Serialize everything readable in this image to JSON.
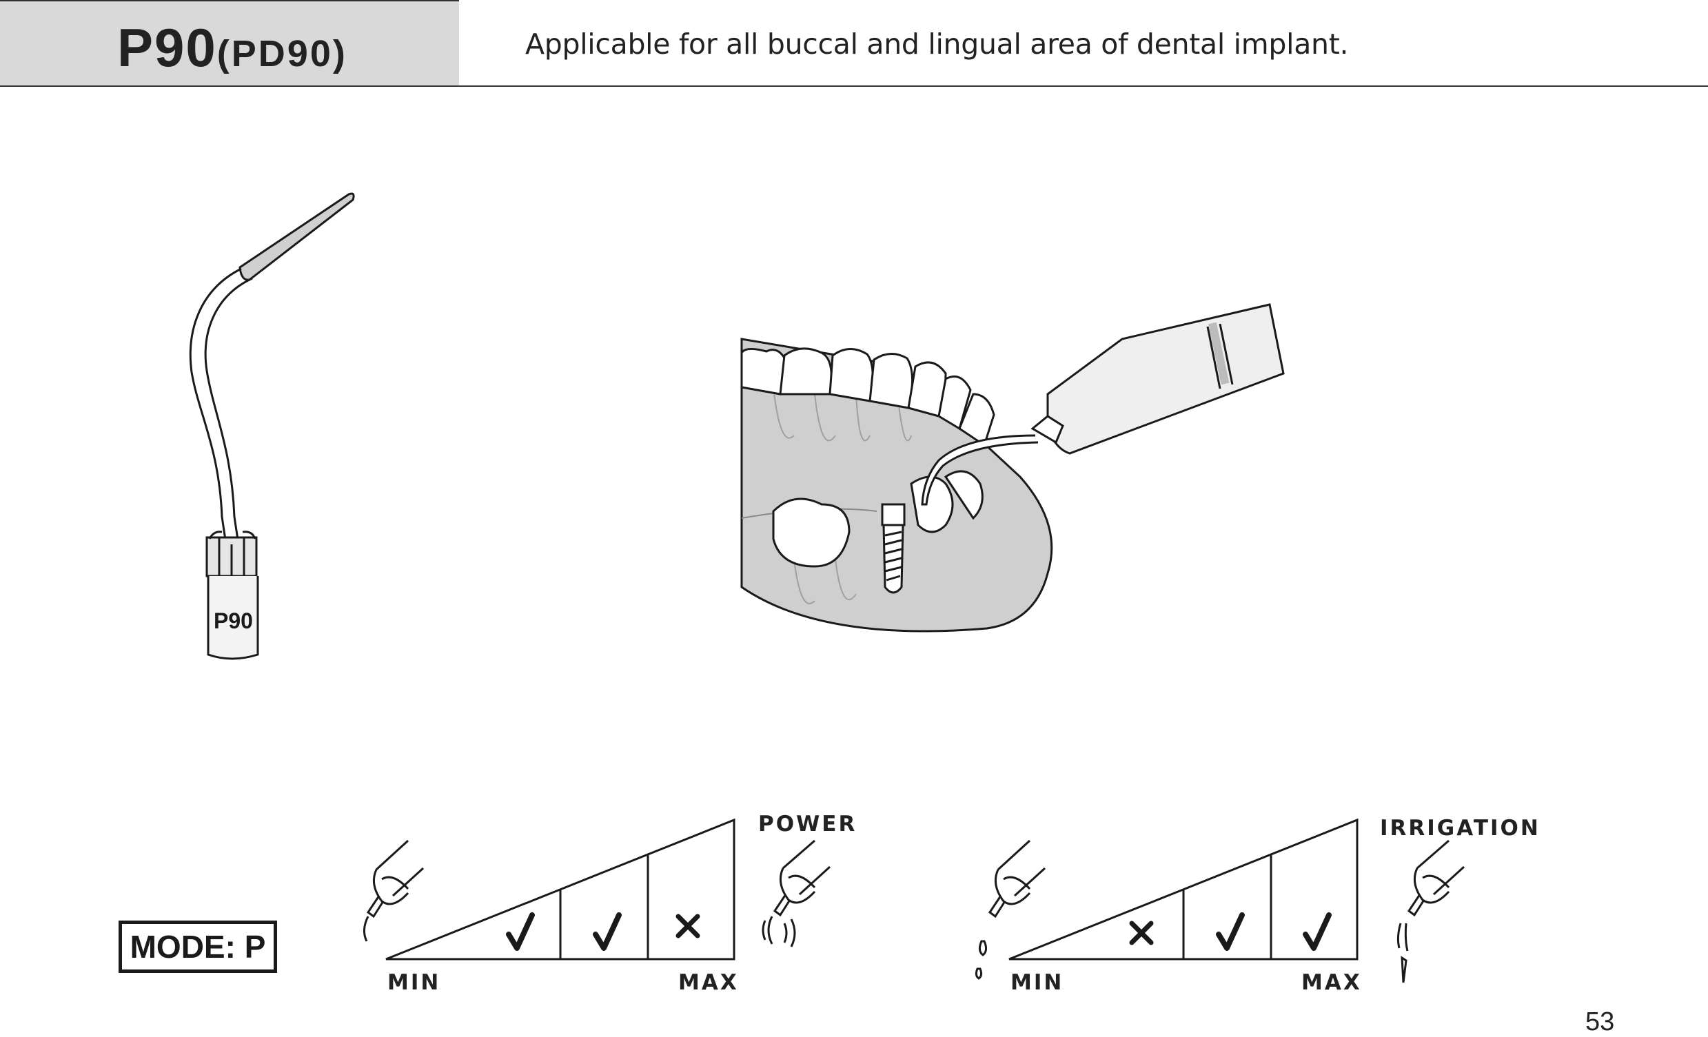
{
  "header": {
    "model": "P90",
    "model_alt": "(PD90)",
    "description": "Applicable for all buccal and lingual area of dental implant."
  },
  "tip_illustration": {
    "engraving": "P90"
  },
  "mode": {
    "label": "MODE: P"
  },
  "power_gauge": {
    "title": "POWER",
    "min_label": "MIN",
    "max_label": "MAX",
    "levels": [
      "check",
      "check",
      "cross"
    ]
  },
  "irrigation_gauge": {
    "title": "IRRIGATION",
    "min_label": "MIN",
    "max_label": "MAX",
    "levels": [
      "cross",
      "check",
      "check"
    ]
  },
  "footer": {
    "page_number": "53"
  },
  "colors": {
    "header_fill": "#d9d9d9",
    "illustration_gray": "#cfcfcf"
  }
}
